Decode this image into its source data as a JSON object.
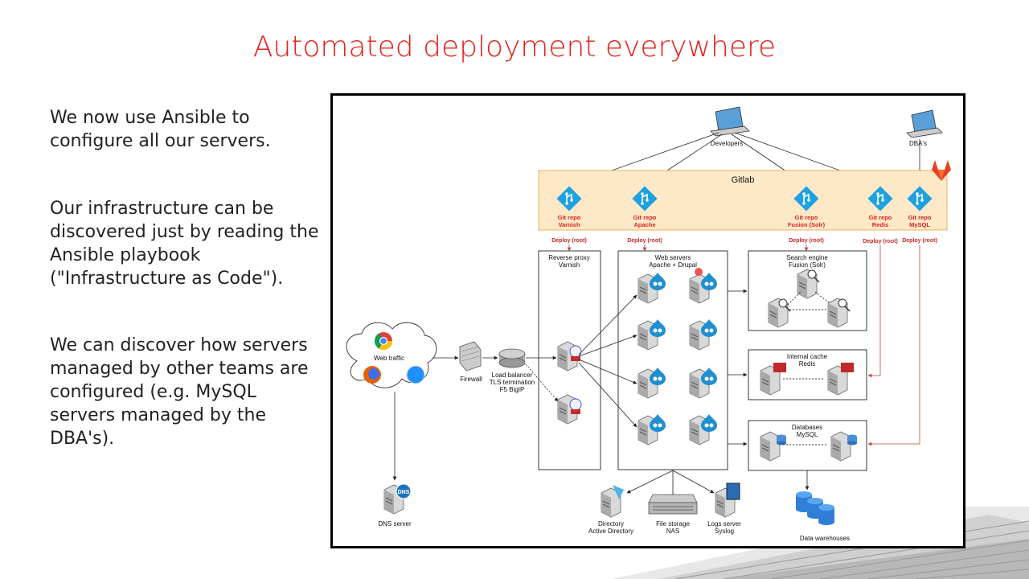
{
  "slide": {
    "title": "Automated deployment everywhere",
    "paragraphs": [
      "We now use Ansible to configure all our servers.",
      "Our infrastructure can be discovered just by reading the Ansible playbook (\"Infrastructure as Code\").",
      "We can discover how servers managed by other teams are configured (e.g. MySQL servers managed by the DBA's)."
    ]
  },
  "diagram": {
    "developers": "Developers",
    "dbas": "DBA's",
    "gitlab": "Gitlab",
    "repos": [
      {
        "line1": "Git repo",
        "line2": "Varnish"
      },
      {
        "line1": "Git repo",
        "line2": "Apache"
      },
      {
        "line1": "Git repo",
        "line2": "Fusion (Solr)"
      },
      {
        "line1": "Git repo",
        "line2": "Redis"
      },
      {
        "line1": "Git repo",
        "line2": "MySQL"
      }
    ],
    "deploy_label": "Deploy (root)",
    "web_traffic": "Web traffic",
    "firewall": "Firewall",
    "load_balancer": [
      "Load balancer",
      "TLS termination",
      "F5 BigIP"
    ],
    "reverse_proxy": [
      "Reverse proxy",
      "Varnish"
    ],
    "web_servers": [
      "Web servers",
      "Apache + Drupal"
    ],
    "search_engine": [
      "Search engine",
      "Fusion (Solr)"
    ],
    "internal_cache": [
      "Internal cache",
      "Redis"
    ],
    "databases": [
      "Databases",
      "MySQL"
    ],
    "dns_server": "DNS server",
    "directory": [
      "Directory",
      "Active Directory"
    ],
    "file_storage": [
      "File storage",
      "NAS"
    ],
    "logs_server": [
      "Logs server",
      "Syslog"
    ],
    "data_warehouses": "Data warehouses",
    "dns_badge": "DNS",
    "colors": {
      "title": "#e2231a",
      "gitlab_band": "#fde9c8",
      "repo_icon": "#1ea1e0",
      "deploy": "#c62828"
    }
  }
}
